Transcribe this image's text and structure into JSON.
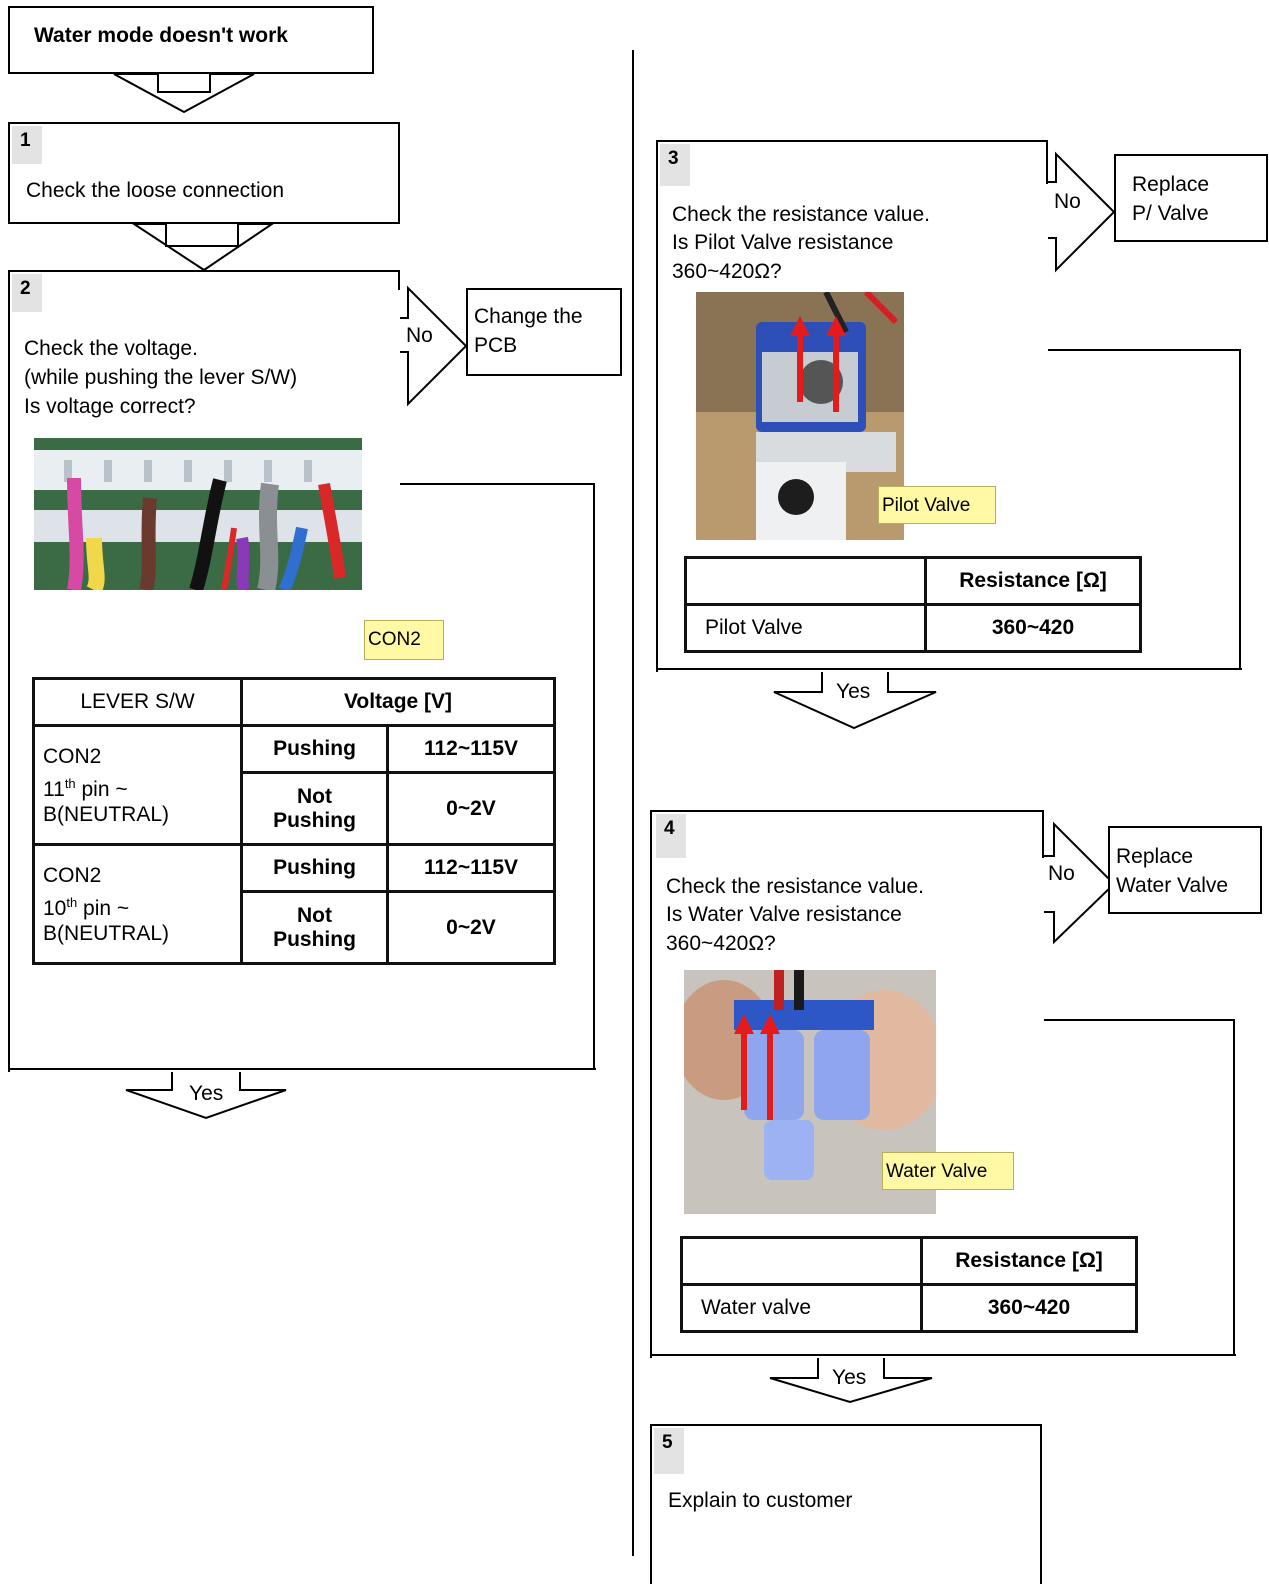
{
  "title": "Water mode doesn't work",
  "step1": {
    "num": "1",
    "text": "Check the loose connection"
  },
  "step2": {
    "num": "2",
    "lines": [
      "Check the voltage.",
      "(while pushing the lever S/W)",
      "Is voltage correct?"
    ],
    "no_label": "No",
    "no_action": [
      "Change the",
      "PCB"
    ],
    "photo_label": "CON2",
    "yes_label": "Yes",
    "table": {
      "col1": "LEVER S/W",
      "col2": "Voltage [V]",
      "rows": [
        {
          "name": "CON2",
          "pin_sup": "th",
          "pin_num": "11",
          "pin_rest": " pin ~",
          "neutral": "B(NEUTRAL)",
          "state1": "Pushing",
          "val1": "112~115V",
          "state2a": "Not",
          "state2b": "Pushing",
          "val2": "0~2V"
        },
        {
          "name": "CON2",
          "pin_sup": "th",
          "pin_num": "10",
          "pin_rest": " pin ~",
          "neutral": "B(NEUTRAL)",
          "state1": "Pushing",
          "val1": "112~115V",
          "state2a": "Not",
          "state2b": "Pushing",
          "val2": "0~2V"
        }
      ]
    }
  },
  "step3": {
    "num": "3",
    "lines": [
      "Check the resistance value.",
      "Is Pilot Valve resistance",
      "360~420Ω?"
    ],
    "no_label": "No",
    "no_action": [
      "Replace",
      "P/ Valve"
    ],
    "photo_label": "Pilot Valve",
    "yes_label": "Yes",
    "table": {
      "header": "Resistance  [Ω]",
      "row_label": "Pilot Valve",
      "value": "360~420"
    }
  },
  "step4": {
    "num": "4",
    "lines": [
      "Check the resistance value.",
      "Is Water Valve resistance",
      "360~420Ω?"
    ],
    "no_label": "No",
    "no_action": [
      "Replace",
      "Water Valve"
    ],
    "photo_label": "Water Valve",
    "yes_label": "Yes",
    "table": {
      "header": "Resistance  [Ω]",
      "row_label": "Water valve",
      "value": "360~420"
    }
  },
  "step5": {
    "num": "5",
    "text": "Explain to customer"
  }
}
